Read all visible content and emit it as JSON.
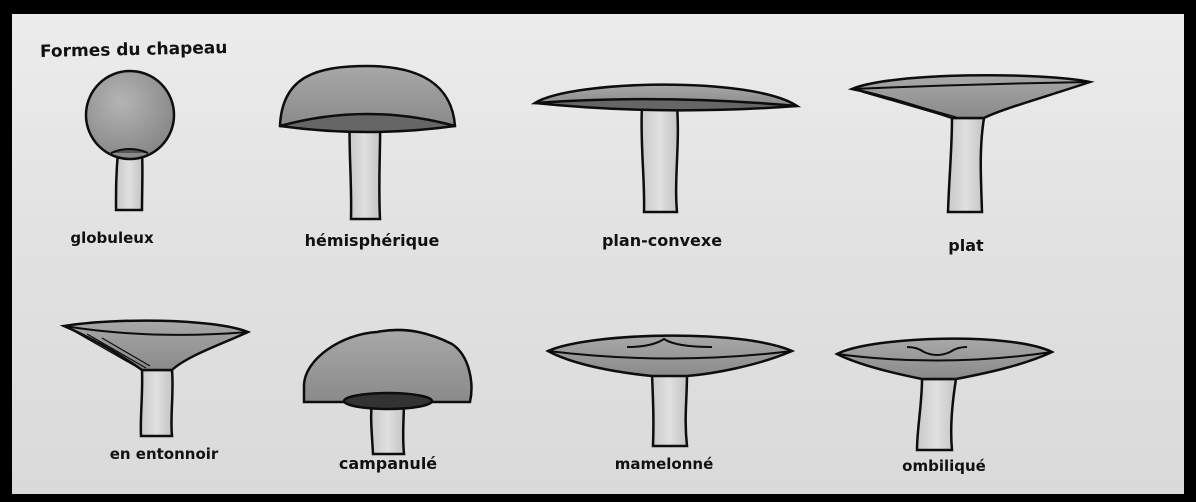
{
  "title": "Formes du chapeau",
  "colors": {
    "background": "#e4e4e4",
    "cap_fill": "#9a9a9a",
    "cap_underside": "#6e6e6e",
    "stem_fill": "#d6d6d6",
    "outline": "#0d0d0d"
  },
  "shapes": [
    {
      "id": "globuleux",
      "label": "globuleux"
    },
    {
      "id": "hemispherique",
      "label": "hémisphérique"
    },
    {
      "id": "plan-convexe",
      "label": "plan-convexe"
    },
    {
      "id": "plat",
      "label": "plat"
    },
    {
      "id": "en-entonnoir",
      "label": "en entonnoir"
    },
    {
      "id": "campanule",
      "label": "campanulé"
    },
    {
      "id": "mamelonne",
      "label": "mamelonné"
    },
    {
      "id": "ombilique",
      "label": "ombiliqué"
    }
  ]
}
